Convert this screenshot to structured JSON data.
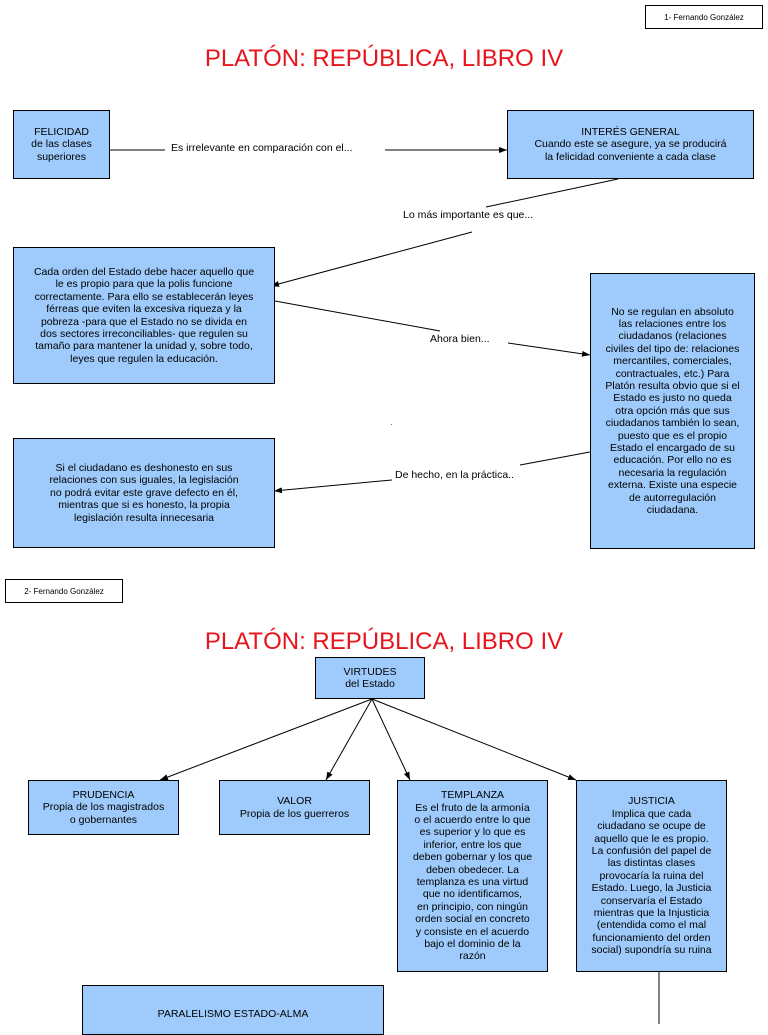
{
  "page1": {
    "author_tag": "1- Fernando González",
    "title": "PLATÓN: REPÚBLICA, LIBRO IV",
    "boxes": {
      "felicidad": "FELICIDAD\nde las clases\nsuperiores",
      "interes_header": "INTERÉS GENERAL",
      "interes_body": "Cuando este se asegure, ya se producirá\nla felicidad conveniente a cada clase",
      "cada_orden": "Cada orden del Estado debe hacer aquello que\nle es propio para que la polis funcione\ncorrectamente. Para ello se establecerán leyes\nférreas que eviten la excesiva riqueza y la\npobreza -para que el Estado no se divida en\ndos sectores irreconciliables- que regulen su\ntamaño para mantener la unidad y, sobre todo,\nleyes que regulen la educación.",
      "no_se_regulan": "No se regulan en absoluto\nlas relaciones entre los\nciudadanos (relaciones\nciviles del tipo de: relaciones\nmercantiles, comerciales,\ncontractuales, etc.) Para\nPlatón resulta obvio que si el\nEstado es justo no queda\notra opción más que sus\nciudadanos también lo sean,\npuesto que es el propio\nEstado el encargado de su\neducación. Por ello no es\nnecesaria la regulación\nexterna. Existe una especie\nde autorregulación\nciudadana.",
      "ciudadano": "Si el ciudadano es deshonesto en sus\nrelaciones con sus iguales, la legislación\nno podrá evitar este grave defecto en él,\nmientras que si es honesto, la propia\nlegislación resulta innecesaria"
    },
    "labels": {
      "irrelevante": "Es irrelevante en comparación con el...",
      "importante": "Lo más importante es que...",
      "ahora_bien": "Ahora bien...",
      "de_hecho": "De hecho, en la práctica.."
    }
  },
  "page2": {
    "author_tag": "2- Fernando González",
    "title": "PLATÓN: REPÚBLICA, LIBRO IV",
    "boxes": {
      "virtudes": "VIRTUDES\ndel Estado",
      "prudencia_header": "PRUDENCIA",
      "prudencia_body": "Propia de los magistrados\no gobernantes",
      "valor_header": "VALOR",
      "valor_body": "Propia de los guerreros",
      "templanza_header": "TEMPLANZA",
      "templanza_body": "Es el fruto de la armonía\no el acuerdo entre lo que\nes superior y lo que es\ninferior, entre los que\ndeben gobernar y los que\ndeben obedecer. La\ntemplanza es una virtud\nque no identificamos,\nen principio, con ningún\norden social en concreto\ny consiste en el acuerdo\nbajo el dominio de la\nrazón",
      "justicia_header": "JUSTICIA",
      "justicia_body": "Implica que cada\nciudadano se ocupe de\naquello que le es propio.\nLa confusión del papel de\nlas distintas clases\nprovocaría la ruina del\nEstado. Luego, la Justicia\nconservaría el Estado\nmientras que la Injusticia\n(entendida como el mal\nfuncionamiento del orden\nsocial) supondría su ruina",
      "paralelismo": "PARALELISMO ESTADO-ALMA"
    }
  },
  "colors": {
    "box_fill": "#9ecbfb",
    "title_red": "#e8141b",
    "stroke": "#000000"
  }
}
